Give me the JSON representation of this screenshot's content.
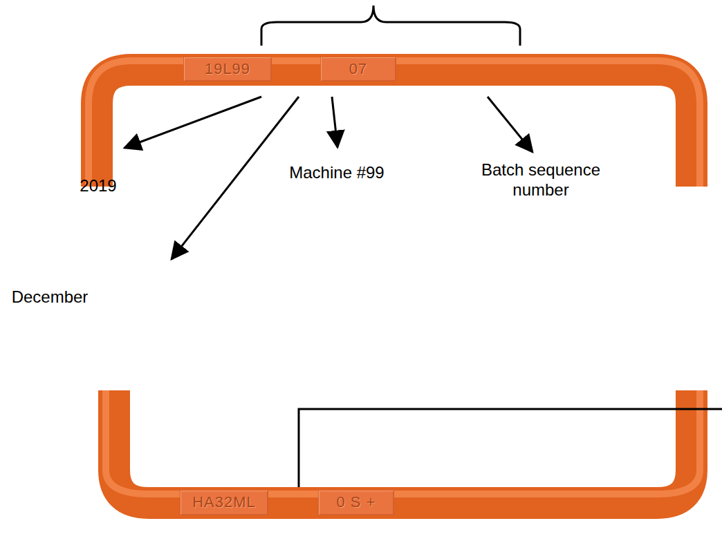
{
  "diagram": {
    "nodes": [
      {
        "text": [
          "19L99"
        ]
      },
      {
        "text": [
          "07"
        ]
      },
      {
        "text": [
          "HA32ML"
        ]
      },
      {
        "text": [
          "0 S +"
        ]
      }
    ],
    "labels": [
      "2019",
      "December",
      "Machine #99",
      "Batch sequence number"
    ]
  }
}
